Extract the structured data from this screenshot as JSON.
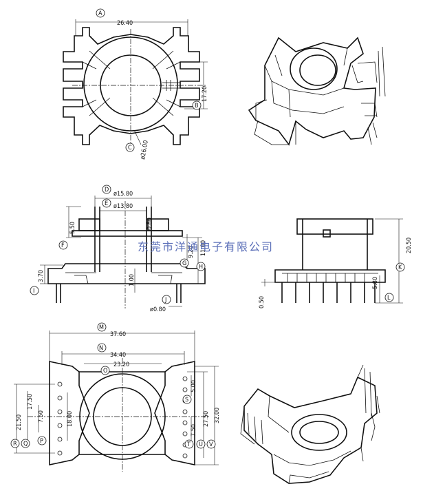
{
  "dimensions": {
    "A": "26.40",
    "B": "17.20",
    "C": "ø26.00",
    "D": "ø15.80",
    "E": "ø13.80",
    "d_0_80_top": "0.80",
    "F": "5.50",
    "G": "9.20",
    "H": "11.00",
    "I": "3.70",
    "d_1_00": "1.00",
    "J": "ø0.80",
    "K": "20.50",
    "L": "5.80",
    "d_0_50": "0.50",
    "M": "37.60",
    "N": "34.40",
    "O": "23.20",
    "S": "5.00",
    "T": "7.50",
    "U": "27.50",
    "V": "32.00",
    "R": "21.50",
    "Q": "17.50",
    "P": "7.50",
    "d_18_00": "18.00"
  },
  "labels": [
    "A",
    "B",
    "C",
    "D",
    "E",
    "F",
    "G",
    "H",
    "I",
    "J",
    "K",
    "L",
    "M",
    "N",
    "O",
    "P",
    "Q",
    "R",
    "S",
    "T",
    "U",
    "V"
  ],
  "watermark": "东莞市洋通电子有限公司"
}
